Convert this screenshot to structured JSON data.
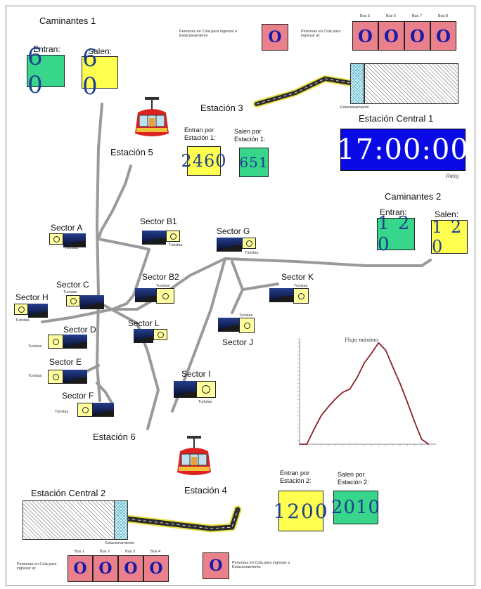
{
  "walkers1": {
    "title": "Caminantes 1",
    "in_label": "Entran:",
    "in_value": "6 0",
    "out_label": "Salen:",
    "out_value": "6 0"
  },
  "walkers2": {
    "title": "Caminantes 2",
    "in_label": "Entran:",
    "in_value": "1 2 0",
    "out_label": "Salen:",
    "out_value": "1 2 0"
  },
  "queue_top_single": {
    "text": "Personas en Cola para ingresar a Estacionamiento",
    "value": "O"
  },
  "queue_top_buses": {
    "text": "Personas en Cola para ingresar al:",
    "buses": [
      {
        "label": "Bus 5",
        "value": "O"
      },
      {
        "label": "Bus 6",
        "value": "O"
      },
      {
        "label": "Bus 7",
        "value": "O"
      },
      {
        "label": "Bus 8",
        "value": "O"
      }
    ]
  },
  "queue_bottom_buses": {
    "text": "Personas en Cola para ingresar al:",
    "buses": [
      {
        "label": "Bus 1",
        "value": "O"
      },
      {
        "label": "Bus 2",
        "value": "O"
      },
      {
        "label": "Bus 3",
        "value": "O"
      },
      {
        "label": "Bus 4",
        "value": "O"
      }
    ]
  },
  "queue_bottom_single": {
    "text": "Personas en Cola para ingresar a Estacionamiento",
    "value": "O"
  },
  "parking_label": "Estacionamiento",
  "stations": {
    "s3": "Estación 3",
    "s5": "Estación 5",
    "s6": "Estación 6",
    "s4": "Estación 4",
    "central1": "Estación Central 1",
    "central2": "Estación Central 2"
  },
  "station1_counts": {
    "in_label": "Entran por Estación 1:",
    "in_value": "2460",
    "out_label": "Salen por Estación 1:",
    "out_value": "651"
  },
  "station2_counts": {
    "in_label": "Entran por Estación 2:",
    "in_value": "1200",
    "out_label": "Salen por Estación 2:",
    "out_value": "2010"
  },
  "clock": {
    "time": "17:00:00",
    "caption": "Reloj"
  },
  "sector_caption": "Turistas",
  "sectors": {
    "A": "Sector A",
    "B1": "Sector B1",
    "G": "Sector G",
    "C": "Sector C",
    "B2": "Sector B2",
    "K": "Sector K",
    "H": "Sector H",
    "L": "Sector L",
    "D": "Sector D",
    "J": "Sector J",
    "E": "Sector E",
    "I": "Sector I",
    "F": "Sector F"
  },
  "chart_data": {
    "type": "line",
    "title": "Flujo máximo",
    "x": [
      0,
      1,
      2,
      3,
      4,
      5,
      6,
      7,
      8,
      9,
      10,
      11,
      12,
      13,
      14,
      15,
      16,
      17,
      18
    ],
    "series": [
      {
        "values": [
          0,
          0,
          18,
          35,
          46,
          56,
          64,
          68,
          82,
          100,
          112,
          125,
          116,
          95,
          75,
          52,
          28,
          6,
          0
        ]
      }
    ],
    "ylim": [
      0,
      130
    ],
    "xlim": [
      0,
      19
    ],
    "grid": false,
    "color": "#8b1f2a"
  }
}
